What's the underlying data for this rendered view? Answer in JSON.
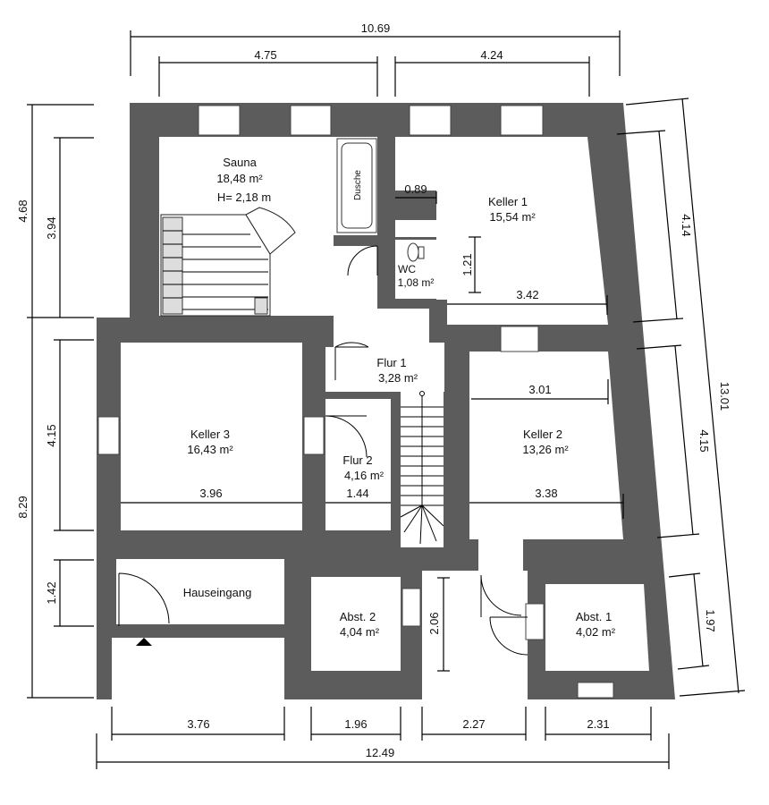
{
  "plan": {
    "rooms": [
      {
        "key": "sauna",
        "name": "Sauna",
        "area": "18,48 m²",
        "extra": "H= 2,18 m"
      },
      {
        "key": "keller1",
        "name": "Keller 1",
        "area": "15,54 m²"
      },
      {
        "key": "wc",
        "name": "WC",
        "area": "1,08 m²"
      },
      {
        "key": "flur1",
        "name": "Flur 1",
        "area": "3,28 m²"
      },
      {
        "key": "keller3",
        "name": "Keller 3",
        "area": "16,43 m²"
      },
      {
        "key": "flur2",
        "name": "Flur 2",
        "area": "4,16 m²"
      },
      {
        "key": "keller2",
        "name": "Keller 2",
        "area": "13,26 m²"
      },
      {
        "key": "hauseingang",
        "name": "Hauseingang"
      },
      {
        "key": "abst2",
        "name": "Abst. 2",
        "area": "4,04 m²"
      },
      {
        "key": "abst1",
        "name": "Abst. 1",
        "area": "4,02 m²"
      }
    ],
    "labels": {
      "dusche": "Dusche"
    },
    "dimensions": {
      "top_total": "10.69",
      "top_left": "4.75",
      "top_right": "4.24",
      "bottom_total": "12.49",
      "bottom_1": "3.76",
      "bottom_2": "1.96",
      "bottom_3": "2.27",
      "bottom_4": "2.31",
      "left_top": "4.68",
      "left_top_inner": "3.94",
      "left_bottom": "8.29",
      "left_keller3": "4.15",
      "left_entry": "1.42",
      "right_total": "13.01",
      "right_keller1": "4.14",
      "right_keller2": "4.15",
      "right_abst1": "1.97",
      "inner_089": "0.89",
      "inner_121": "1.21",
      "inner_342": "3.42",
      "inner_301": "3.01",
      "inner_396": "3.96",
      "inner_144": "1.44",
      "inner_338": "3.38",
      "inner_206": "2.06"
    }
  }
}
